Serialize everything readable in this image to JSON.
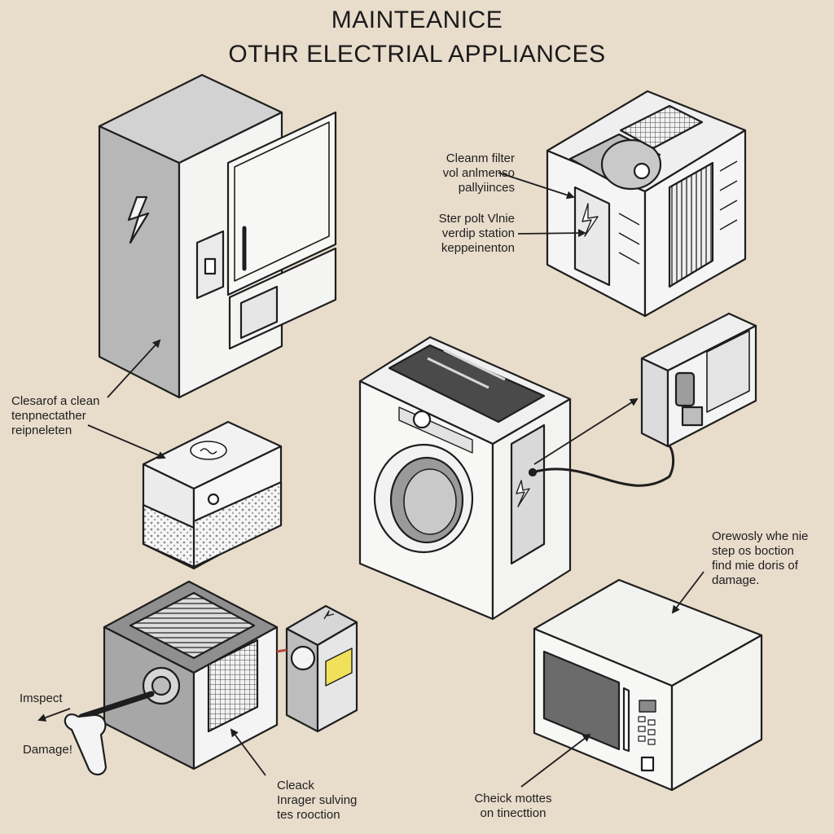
{
  "title": {
    "line1": "MAINTEANICE",
    "line2": "OTHR ELECTRIAL APPLIANCES"
  },
  "labels": {
    "filter": [
      "Cleanm filter",
      "vol anlmenso",
      "pallyiinces"
    ],
    "station": [
      "Ster polt Vlnie",
      "verdip station",
      "keppeinenton"
    ],
    "fridge": [
      "Clesarof a clean",
      "tenpnectather",
      "reipneleten"
    ],
    "damage": [
      "Orewosly whe nie",
      "step os boction",
      "find mie doris of",
      "damage."
    ],
    "inspect": "Imspect",
    "damage2": "Damage!",
    "check_wiring": [
      "Cleack",
      "Inrager sulving",
      "tes rooction"
    ],
    "microwave": [
      "Cheick mottes",
      "on tinecttion"
    ]
  },
  "colors": {
    "background": "#e8dccb",
    "outline": "#1e1e1e",
    "appliance_white": "#f4f4f2",
    "appliance_gray": "#b9b9b9",
    "dark_gray": "#6e6e6e",
    "accent_yellow": "#f1e15a",
    "accent_red": "#b44b3c"
  }
}
